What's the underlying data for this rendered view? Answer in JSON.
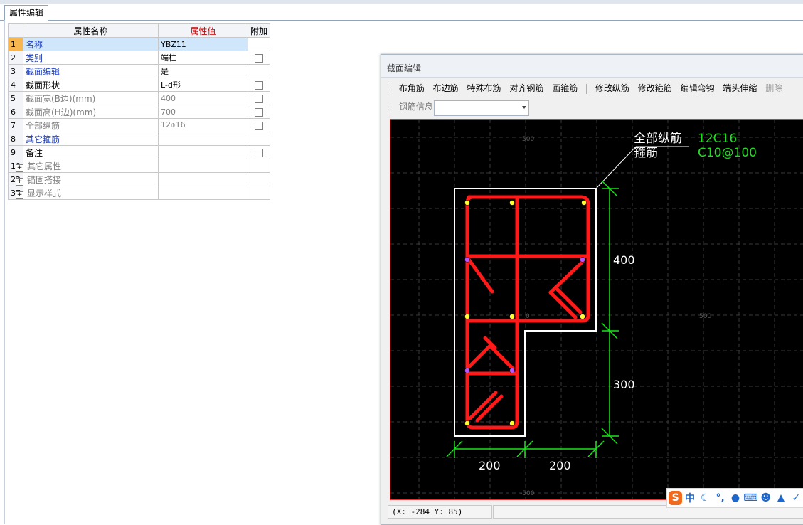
{
  "window": {
    "tab_label": "属性编辑"
  },
  "property_grid": {
    "headers": {
      "name": "属性名称",
      "value": "属性值",
      "extra": "附加"
    },
    "rows": [
      {
        "idx": "1",
        "name": "名称",
        "value": "YBZ11",
        "style": "blue",
        "checkbox": false,
        "selected": true
      },
      {
        "idx": "2",
        "name": "类别",
        "value": "端柱",
        "style": "blue",
        "checkbox": true
      },
      {
        "idx": "3",
        "name": "截面编辑",
        "value": "是",
        "style": "blue",
        "checkbox": false
      },
      {
        "idx": "4",
        "name": "截面形状",
        "value": "L-d形",
        "style": "normal",
        "checkbox": true
      },
      {
        "idx": "5",
        "name": "截面宽(B边)(mm)",
        "value": "400",
        "style": "gray",
        "checkbox": true
      },
      {
        "idx": "6",
        "name": "截面高(H边)(mm)",
        "value": "700",
        "style": "gray",
        "checkbox": true
      },
      {
        "idx": "7",
        "name": "全部纵筋",
        "value": "12⌽16",
        "style": "gray",
        "checkbox": true
      },
      {
        "idx": "8",
        "name": "其它箍筋",
        "value": "",
        "style": "blue",
        "checkbox": false
      },
      {
        "idx": "9",
        "name": "备注",
        "value": "",
        "style": "normal",
        "checkbox": true
      },
      {
        "idx": "10",
        "name": "其它属性",
        "value": "",
        "style": "gray",
        "checkbox": false,
        "expand": true
      },
      {
        "idx": "22",
        "name": "锚固搭接",
        "value": "",
        "style": "gray",
        "checkbox": false,
        "expand": true
      },
      {
        "idx": "37",
        "name": "显示样式",
        "value": "",
        "style": "gray",
        "checkbox": false,
        "expand": true
      }
    ]
  },
  "section_dialog": {
    "title": "截面编辑",
    "toolbar": {
      "corner_rebar": "布角筋",
      "edge_rebar": "布边筋",
      "special_rebar": "特殊布筋",
      "align_rebar": "对齐钢筋",
      "draw_stirrup": "画箍筋",
      "edit_longitudinal": "修改纵筋",
      "edit_stirrup": "修改箍筋",
      "edit_hook": "编辑弯钩",
      "end_extend": "端头伸缩",
      "delete": "删除"
    },
    "rebar_info_label": "钢筋信息",
    "rebar_info_value": "",
    "canvas": {
      "label_all_long": "全部纵筋",
      "label_stirrup": "箍筋",
      "value_all_long": "12C16",
      "value_stirrup": "C10@100",
      "dim_right_top": "400",
      "dim_right_bottom": "300",
      "dim_bottom_left": "200",
      "dim_bottom_right": "200",
      "axis_top": "500",
      "axis_origin": "0",
      "axis_right": "500",
      "axis_bottom": "-500",
      "colors": {
        "background": "#000000",
        "outline": "#ffffff",
        "rebar": "#ff1a1a",
        "dimension": "#19e619",
        "value_text": "#22dd22"
      }
    },
    "status_coord": "(X: -284 Y: 85)"
  },
  "ime_bar": {
    "items": [
      "sogou-logo-icon",
      "中",
      "moon-icon",
      "punctuation-icon",
      "mic-icon",
      "keyboard-icon",
      "user-icon",
      "shirt-icon",
      "wrench-icon"
    ]
  }
}
